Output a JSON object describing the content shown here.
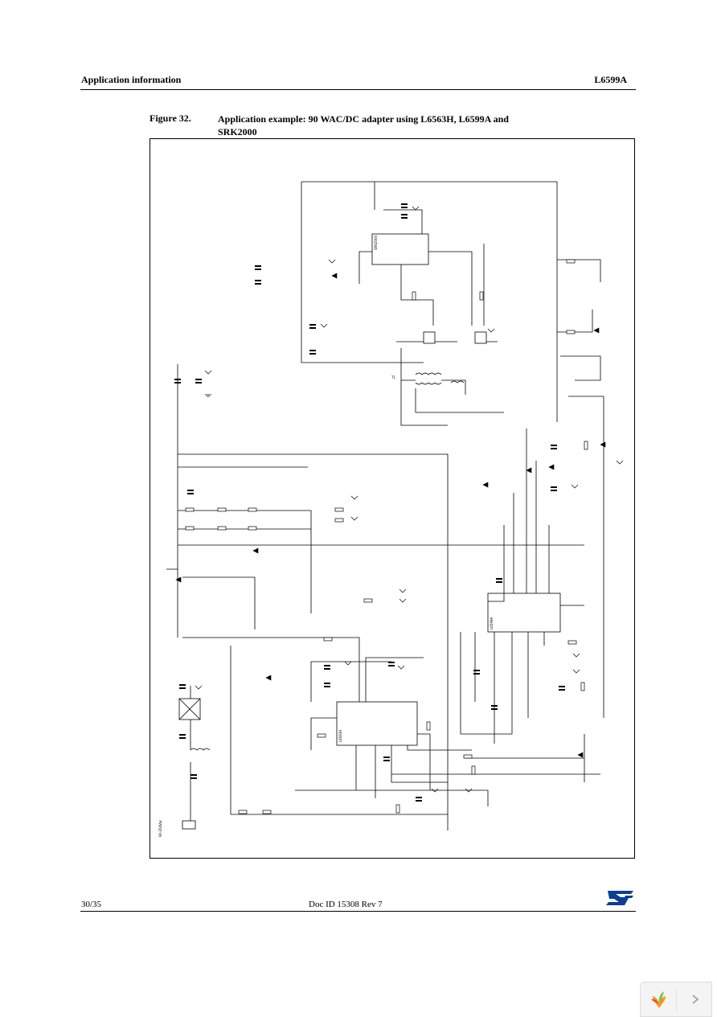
{
  "header": {
    "section": "Application information",
    "part": "L6599A"
  },
  "figure": {
    "number": "Figure 32.",
    "title": "Application example: 90 WAC/DC adapter using L6563H, L6599A and SRK2000"
  },
  "footer": {
    "page": "30/35",
    "doc": "Doc ID 15308 Rev 7"
  },
  "schematic": {
    "ic_labels": [
      "L6599A",
      "L6563H",
      "SRK2000"
    ],
    "input_label": "90-264Vac",
    "transformer_label": "T1"
  },
  "colors": {
    "ink": "#000000",
    "brand": "#0b3f94",
    "nav_bg": "#f4f4f4"
  }
}
